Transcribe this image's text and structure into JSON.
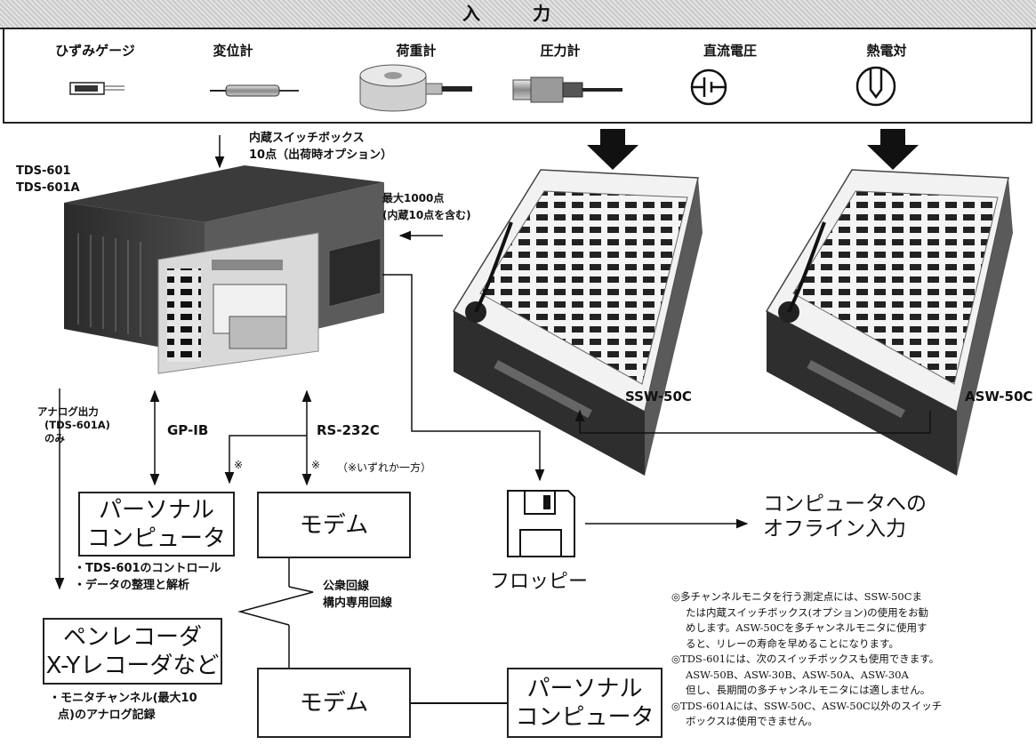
{
  "banner": {
    "title": "入 力"
  },
  "sensors": [
    {
      "label": "ひずみゲージ"
    },
    {
      "label": "変位計"
    },
    {
      "label": "荷重計"
    },
    {
      "label": "圧力計"
    },
    {
      "label": "直流電圧"
    },
    {
      "label": "熱電対"
    }
  ],
  "builtin_switchbox": {
    "line1": "内蔵スイッチボックス",
    "line2": "10点（出荷時オプション）"
  },
  "main_unit": {
    "model1": "TDS-601",
    "model2": "TDS-601A"
  },
  "max_points": {
    "line1": "最大1000点",
    "line2": "(内蔵10点を含む)"
  },
  "switchboxes": [
    {
      "label": "SSW-50C"
    },
    {
      "label": "ASW-50C"
    }
  ],
  "analog_output": {
    "line1": "アナログ出力",
    "line2": "TDS-601A",
    "line3": "のみ"
  },
  "interfaces": {
    "gpib": "GP-IB",
    "rs232c": "RS-232C",
    "mark": "※",
    "either_note": "（※いずれか一方）"
  },
  "pc_box": {
    "line1": "パーソナル",
    "line2": "コンピュータ"
  },
  "pc_bullets": [
    "・TDS-601のコントロール",
    "・データの整理と解析"
  ],
  "modem_top": {
    "label": "モデム"
  },
  "modem_bottom": {
    "label": "モデム"
  },
  "line_label": {
    "line1": "公衆回線",
    "line2": "構内専用回線"
  },
  "floppy": {
    "label": "フロッピー"
  },
  "offline": {
    "line1": "コンピュータへの",
    "line2": "オフライン入力"
  },
  "recorder_box": {
    "line1": "ペンレコーダ",
    "line2": "X-Yレコーダなど"
  },
  "recorder_note": {
    "line1": "・モニタチャンネル(最大10",
    "line2": "点)のアナログ記録"
  },
  "remote_pc_box": {
    "line1": "パーソナル",
    "line2": "コンピュータ"
  },
  "notes": [
    "◎多チャンネルモニタを行う測定点には、SSW-50Cま",
    "たは内蔵スイッチボックス(オプション)の使用をお勧",
    "めします。ASW-50Cを多チャンネルモニタに使用す",
    "ると、リレーの寿命を早めることになります。",
    "◎TDS-601には、次のスイッチボックスも使用できます。",
    "ASW-50B、ASW-30B、ASW-50A、ASW-30A",
    "但し、長期間の多チャンネルモニタには適しません。",
    "◎TDS-601Aには、SSW-50C、ASW-50C以外のスイッチ",
    "ボックスは使用できません。"
  ]
}
